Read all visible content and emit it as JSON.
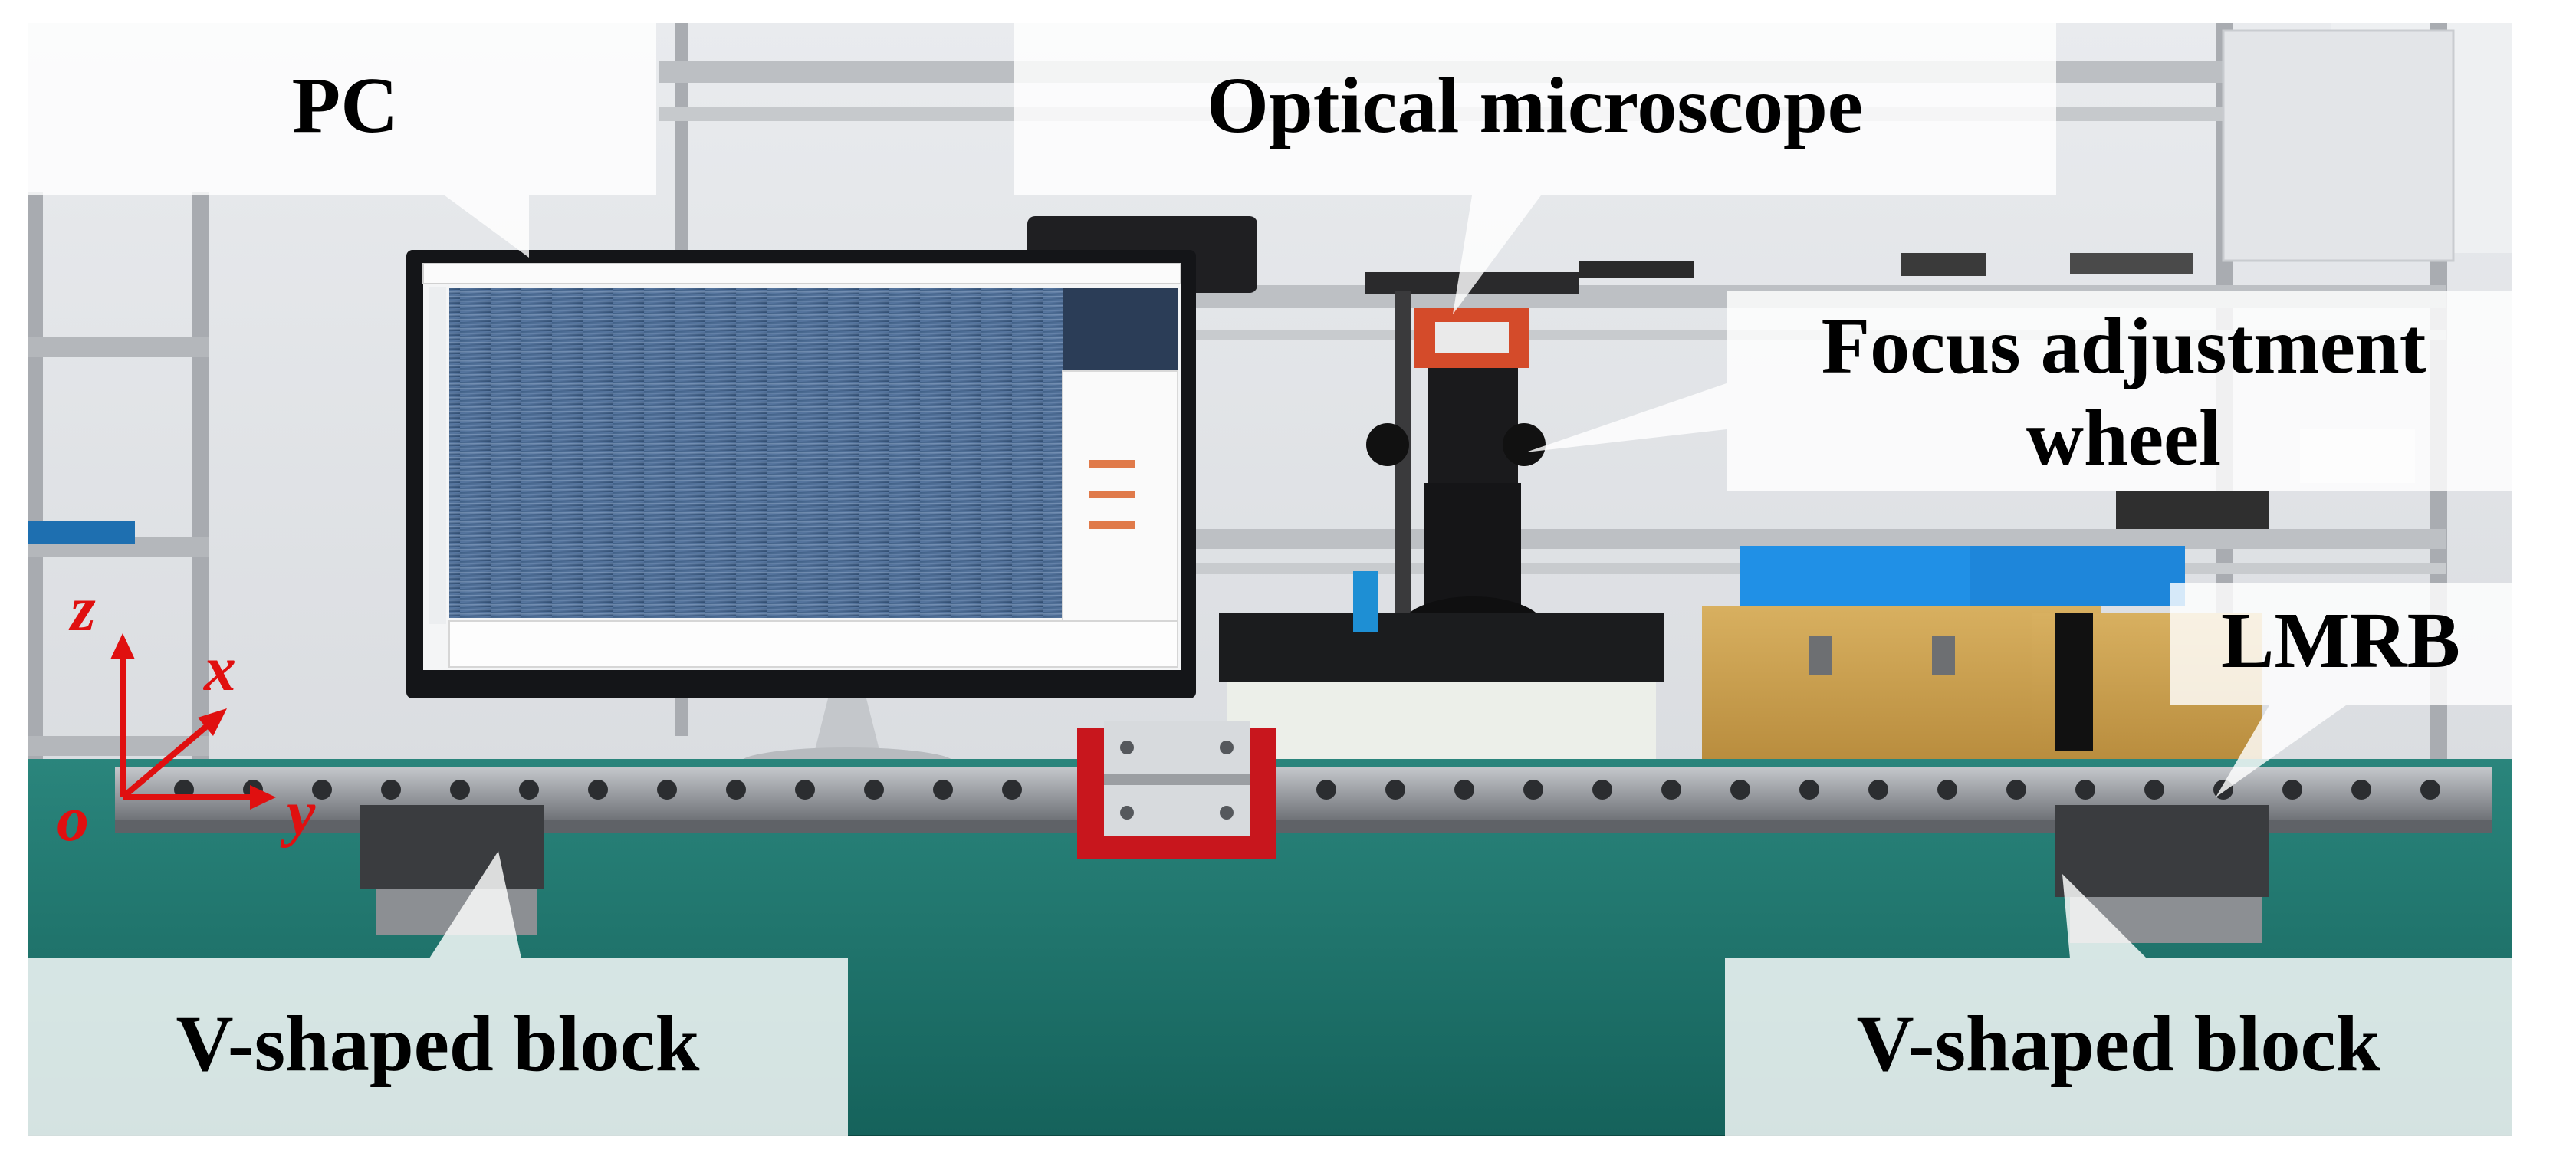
{
  "labels": {
    "pc": "PC",
    "microscope": "Optical microscope",
    "focus_wheel_line1": "Focus adjustment",
    "focus_wheel_line2": "wheel",
    "lmrb": "LMRB",
    "v_block_left": "V-shaped block",
    "v_block_right": "V-shaped block"
  },
  "axes": {
    "z": "z",
    "x": "x",
    "y": "y",
    "origin": "o"
  },
  "colors": {
    "axis": "#e01010",
    "table": "#1f7a72",
    "shelf": "#b9bcbf",
    "rail": "#8d9095",
    "carriage": "#c8161d"
  }
}
